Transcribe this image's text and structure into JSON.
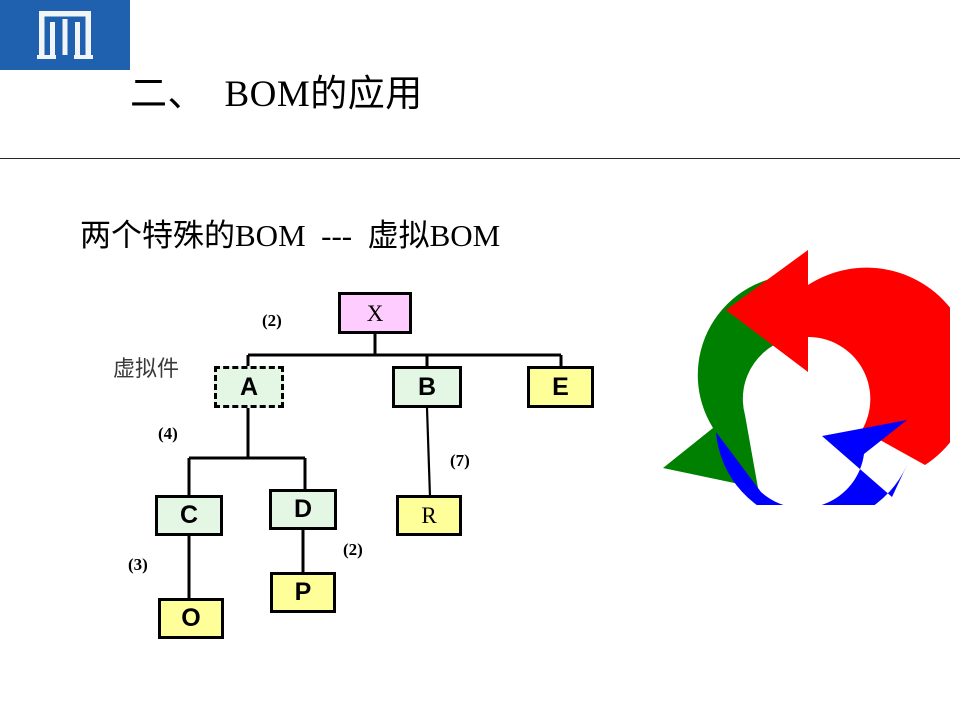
{
  "slide": {
    "title": "二、  BOM的应用",
    "subtitle": "两个特殊的BOM  ---  虚拟BOM",
    "logo_icon": "gate-arch-logo-icon",
    "logo_color": "#1F61AE",
    "rule_color": "#262626",
    "background": "#FFFFFF"
  },
  "diagram": {
    "name": "virtual-bom-tree",
    "side_label": "虚拟件",
    "colors": {
      "top_node_fill": "#FFCCFF",
      "assembly_fill": "#E4F6E4",
      "purchased_fill": "#FFFF99",
      "border": "#000000"
    },
    "nodes": [
      {
        "id": "X",
        "label": "X",
        "fill": "#FFCCFF",
        "style": "solid",
        "font": "serif"
      },
      {
        "id": "A",
        "label": "A",
        "fill": "#E4F6E4",
        "style": "dashed",
        "font": "sans"
      },
      {
        "id": "B",
        "label": "B",
        "fill": "#E4F6E4",
        "style": "solid",
        "font": "sans"
      },
      {
        "id": "E",
        "label": "E",
        "fill": "#FFFF99",
        "style": "solid",
        "font": "sans"
      },
      {
        "id": "C",
        "label": "C",
        "fill": "#E4F6E4",
        "style": "solid",
        "font": "sans"
      },
      {
        "id": "D",
        "label": "D",
        "fill": "#E4F6E4",
        "style": "solid",
        "font": "sans"
      },
      {
        "id": "R",
        "label": "R",
        "fill": "#FFFF99",
        "style": "solid",
        "font": "serif"
      },
      {
        "id": "O",
        "label": "O",
        "fill": "#FFFF99",
        "style": "solid",
        "font": "sans"
      },
      {
        "id": "P",
        "label": "P",
        "fill": "#FFFF99",
        "style": "solid",
        "font": "sans"
      }
    ],
    "edge_labels": {
      "x_to_a": "(2)",
      "a_to_children": "(4)",
      "b_to_r": "(7)",
      "c_to_o": "(3)",
      "d_to_p": "(2)"
    }
  },
  "cycle_graphic": {
    "name": "three-arrow-cycle",
    "arrows": [
      {
        "name": "red-arrow",
        "color": "#FF0000"
      },
      {
        "name": "green-arrow",
        "color": "#008000"
      },
      {
        "name": "blue-arrow",
        "color": "#0000FF"
      }
    ]
  }
}
